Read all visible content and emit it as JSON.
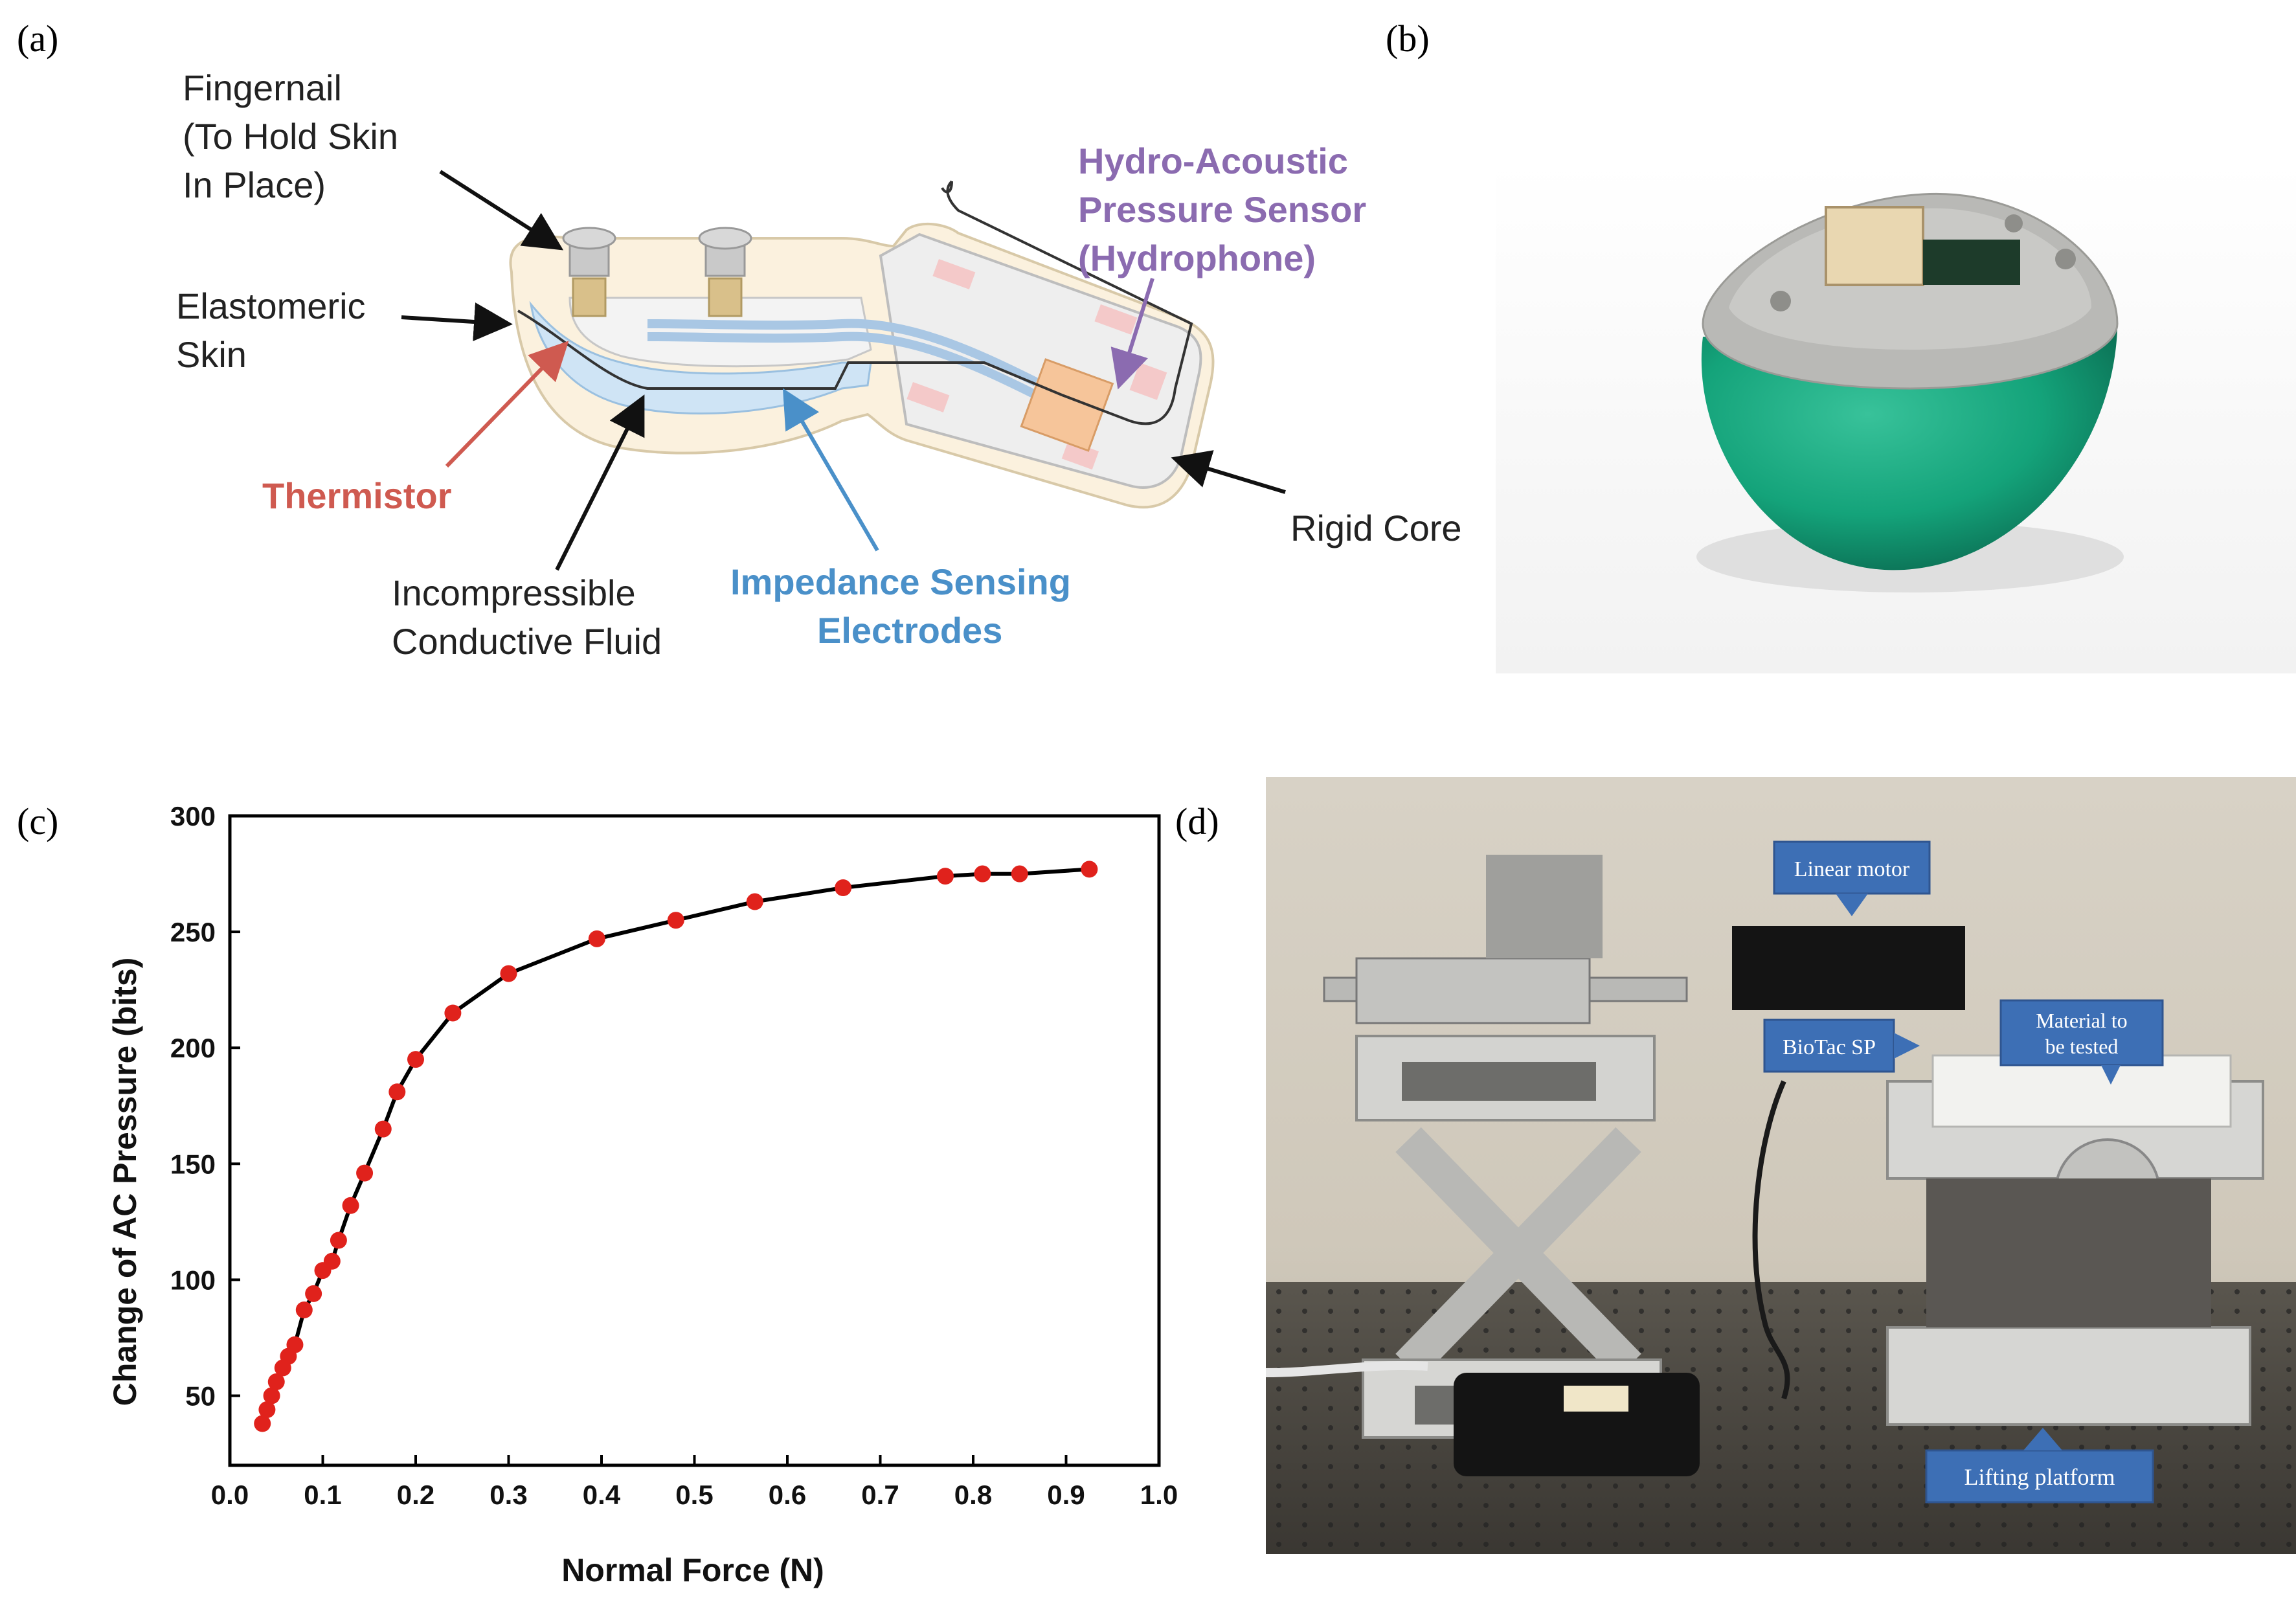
{
  "panels": {
    "a": {
      "label": "(a)",
      "annotations": {
        "fingernail": [
          "Fingernail",
          "(To Hold Skin",
          "In Place)"
        ],
        "elastomeric": [
          "Elastomeric",
          "Skin"
        ],
        "hydro": [
          "Hydro-Acoustic",
          "Pressure Sensor",
          "(Hydrophone)"
        ],
        "thermistor": "Thermistor",
        "incompressible": [
          "Incompressible",
          "Conductive Fluid"
        ],
        "impedance": [
          "Impedance Sensing",
          "Electrodes"
        ],
        "rigid_core": "Rigid Core"
      },
      "colors": {
        "thermistor": "#cf5a50",
        "impedance": "#4a90c9",
        "hydro": "#8b6bb0"
      }
    },
    "b": {
      "label": "(b)"
    },
    "c": {
      "label": "(c)"
    },
    "d": {
      "label": "(d)",
      "callouts": {
        "linear_motor": "Linear motor",
        "biotac": "BioTac SP",
        "material": [
          "Material to",
          "be tested"
        ],
        "lifting": "Lifting platform"
      },
      "callout_color": "#3d6fb5"
    }
  },
  "chart_data": {
    "type": "scatter",
    "xlabel": "Normal Force (N)",
    "ylabel": "Change of AC Pressure (bits)",
    "xlim": [
      0.0,
      1.0
    ],
    "ylim": [
      20,
      300
    ],
    "xticks": [
      "0.0",
      "0.1",
      "0.2",
      "0.3",
      "0.4",
      "0.5",
      "0.6",
      "0.7",
      "0.8",
      "0.9",
      "1.0"
    ],
    "yticks": [
      "50",
      "100",
      "150",
      "200",
      "250",
      "300"
    ],
    "grid": false,
    "marker_color": "#e0221c",
    "line_color": "#000000",
    "points": [
      [
        0.035,
        38
      ],
      [
        0.04,
        44
      ],
      [
        0.045,
        50
      ],
      [
        0.05,
        56
      ],
      [
        0.057,
        62
      ],
      [
        0.063,
        67
      ],
      [
        0.07,
        72
      ],
      [
        0.08,
        87
      ],
      [
        0.09,
        94
      ],
      [
        0.1,
        104
      ],
      [
        0.11,
        108
      ],
      [
        0.117,
        117
      ],
      [
        0.13,
        132
      ],
      [
        0.145,
        146
      ],
      [
        0.165,
        165
      ],
      [
        0.18,
        181
      ],
      [
        0.2,
        195
      ],
      [
        0.24,
        215
      ],
      [
        0.3,
        232
      ],
      [
        0.395,
        247
      ],
      [
        0.48,
        255
      ],
      [
        0.565,
        263
      ],
      [
        0.66,
        269
      ],
      [
        0.77,
        274
      ],
      [
        0.81,
        275
      ],
      [
        0.85,
        275
      ],
      [
        0.925,
        277
      ]
    ]
  }
}
